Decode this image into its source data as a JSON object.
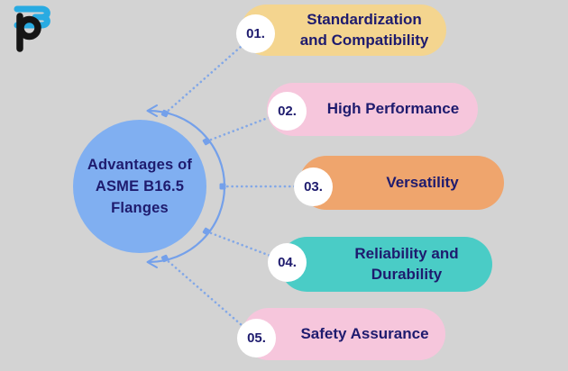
{
  "page": {
    "background": "#d3d3d3"
  },
  "logo": {
    "name": "pm-logo",
    "p_color": "#151515",
    "m_color": "#29abe2"
  },
  "center": {
    "line1": "Advantages of",
    "line2": "ASME B16.5",
    "line3": "Flanges",
    "circle_color": "#80aff1",
    "text_color": "#1e1b6e"
  },
  "connector": {
    "color": "#74a0ea"
  },
  "items": [
    {
      "number": "01.",
      "label": "Standardization and Compatibility",
      "color": "#f4d58f"
    },
    {
      "number": "02.",
      "label": "High Performance",
      "color": "#f6c6dc"
    },
    {
      "number": "03.",
      "label": "Versatility",
      "color": "#efa56d"
    },
    {
      "number": "04.",
      "label": "Reliability and Durability",
      "color": "#4accc6"
    },
    {
      "number": "05.",
      "label": "Safety Assurance",
      "color": "#f6c6dc"
    }
  ]
}
